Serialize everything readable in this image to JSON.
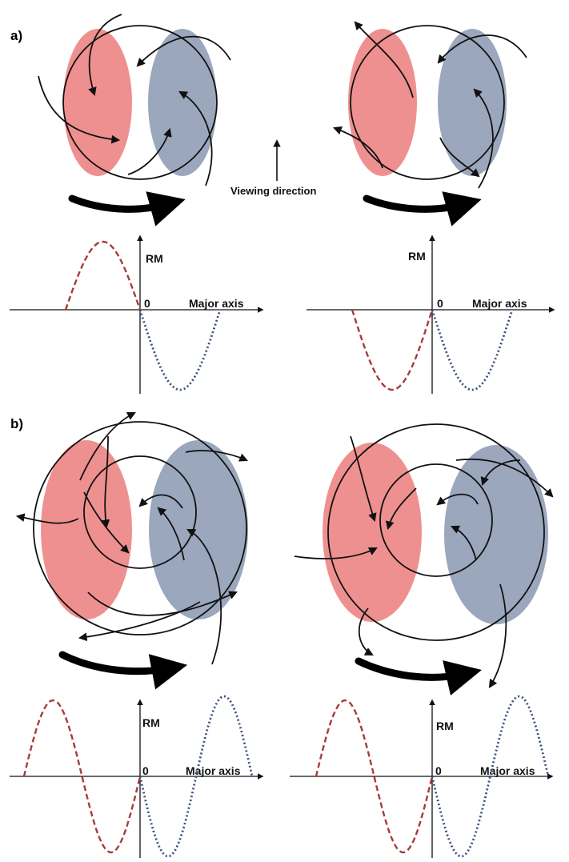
{
  "panels": {
    "a": {
      "label": "a)"
    },
    "b": {
      "label": "b)"
    }
  },
  "viewing_direction": "Viewing direction",
  "axis_labels": {
    "y": "RM",
    "x": "Major axis",
    "origin": "0"
  },
  "colors": {
    "red_lobe": "#ef9090",
    "blue_lobe": "#9aa7bd",
    "red_curve": "#a83a3a",
    "blue_curve": "#3a4f80"
  }
}
